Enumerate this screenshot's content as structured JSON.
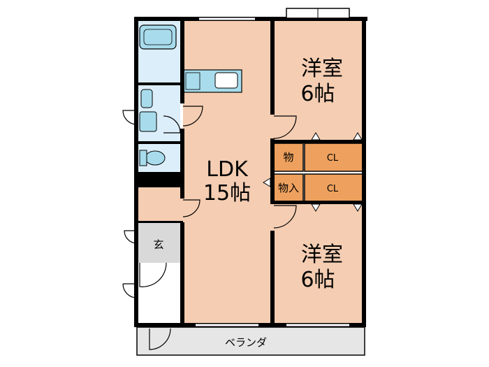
{
  "rooms": {
    "ldk": {
      "name": "LDK",
      "size": "15帖"
    },
    "western_north": {
      "name": "洋室",
      "size": "6帖"
    },
    "western_south": {
      "name": "洋室",
      "size": "6帖"
    },
    "storage_small": "物",
    "storage_closet": "物入",
    "closet_upper": "CL",
    "closet_lower": "CL",
    "entrance": "玄",
    "balcony": "ベランダ"
  },
  "colors": {
    "room_fill": "#f4cdb2",
    "closet_fill": "#eea15e",
    "wet_fill": "#dceefa",
    "fixture_fill": "#a8dcec",
    "entrance_fill": "#d9d9d9",
    "balcony_fill": "#e6e6e6",
    "wall": "#000000"
  }
}
